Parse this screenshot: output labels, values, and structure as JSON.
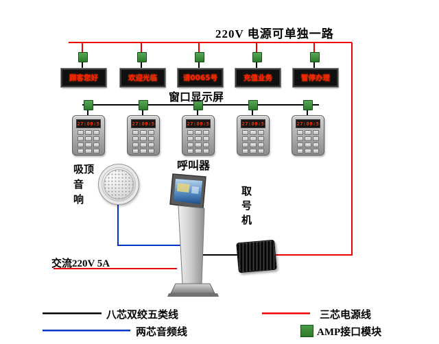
{
  "diagram_title": "220V 电源可单独一路",
  "displays": {
    "label": "窗口显示屏",
    "items": [
      "顾客您好",
      "欢迎光临",
      "请0065号",
      "充值业务",
      "暂停办理"
    ]
  },
  "callers": {
    "label": "呼叫器",
    "lcd": "27:00:5"
  },
  "speaker": {
    "label": [
      "吸顶",
      "音",
      "响"
    ]
  },
  "kiosk": {
    "label": [
      "取",
      "号",
      "机"
    ]
  },
  "ac_power_label": "交流220V 5A",
  "legend": {
    "cat5_label": "八芯双绞五类线",
    "audio_label": "两芯音频线",
    "power_label": "三芯电源线",
    "amp_label": "AMP接口模块"
  },
  "colors": {
    "power_line": "#ee0000",
    "data_line": "#000000",
    "audio_line": "#0033cc",
    "amp_green": "#2f8b2f",
    "led_text": "#ff2200"
  }
}
